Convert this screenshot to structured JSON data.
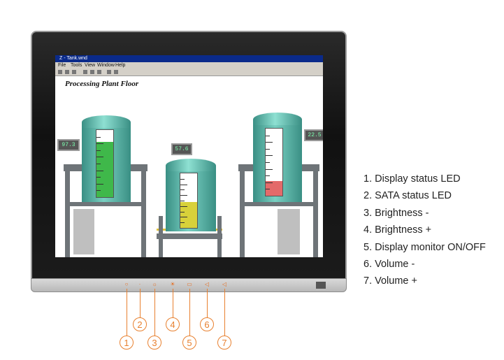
{
  "window": {
    "title": "Z - Tank.wnd",
    "menu": [
      "File",
      "Tools",
      "View",
      "Window",
      "Help"
    ]
  },
  "hmi": {
    "title": "Processing Plant Floor",
    "tanks": [
      {
        "readout": "97.3",
        "level": 0.82,
        "fill_color": "#3fb84a"
      },
      {
        "readout": "57.6",
        "level": 0.48,
        "fill_color": "#d8d13a"
      },
      {
        "readout": "22.5",
        "level": 0.22,
        "fill_color": "#e46a6a"
      }
    ]
  },
  "buttons": [
    {
      "icon": "led-icon",
      "glyph": "○"
    },
    {
      "icon": "led-icon",
      "glyph": "·"
    },
    {
      "icon": "brightness-down-icon",
      "glyph": "☼"
    },
    {
      "icon": "brightness-up-icon",
      "glyph": "☀"
    },
    {
      "icon": "display-icon",
      "glyph": "▭"
    },
    {
      "icon": "volume-down-icon",
      "glyph": "◁"
    },
    {
      "icon": "volume-up-icon",
      "glyph": "◁"
    }
  ],
  "callouts": [
    "1",
    "2",
    "3",
    "4",
    "5",
    "6",
    "7"
  ],
  "legend": [
    "1. Display status LED",
    "2. SATA status LED",
    "3. Brightness -",
    "4. Brightness +",
    "5. Display monitor ON/OFF",
    "6. Volume -",
    "7. Volume +"
  ]
}
